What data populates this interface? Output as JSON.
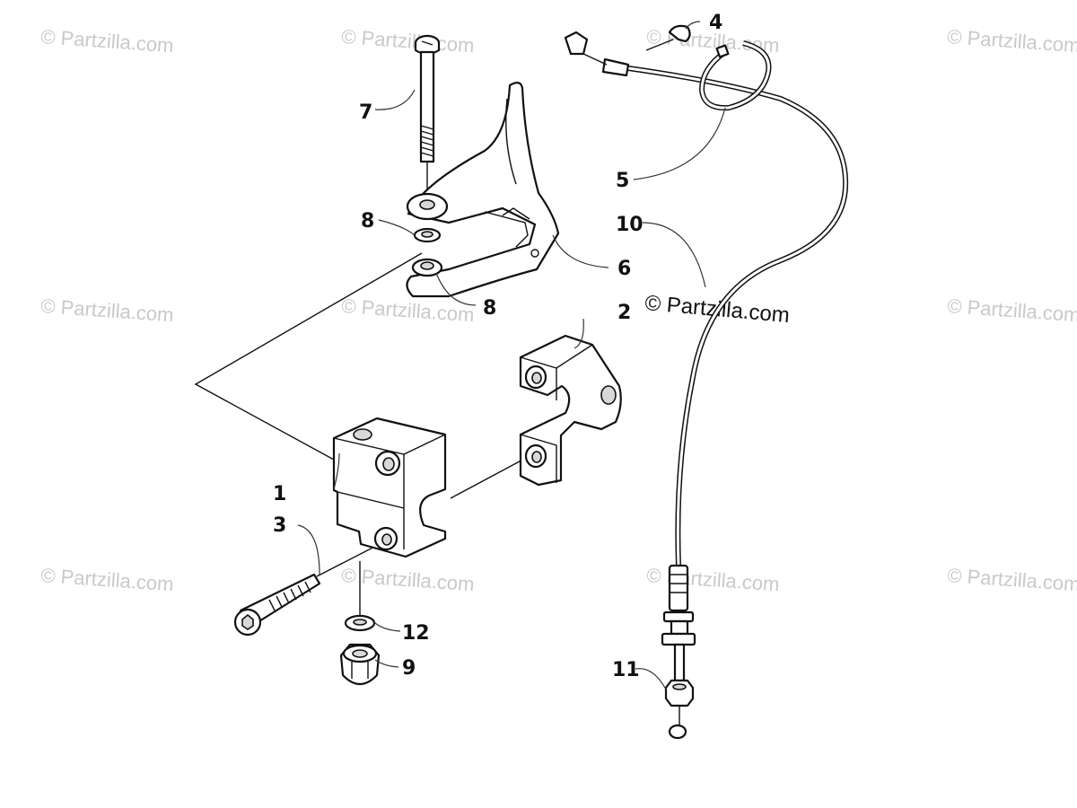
{
  "watermark_text": "© Partzilla.com",
  "credit_text": "© Partzilla.com",
  "callouts": {
    "c1": "1",
    "c2": "2",
    "c3": "3",
    "c4": "4",
    "c5": "5",
    "c6": "6",
    "c7": "7",
    "c8a": "8",
    "c8b": "8",
    "c9": "9",
    "c10": "10",
    "c11": "11",
    "c12": "12"
  }
}
